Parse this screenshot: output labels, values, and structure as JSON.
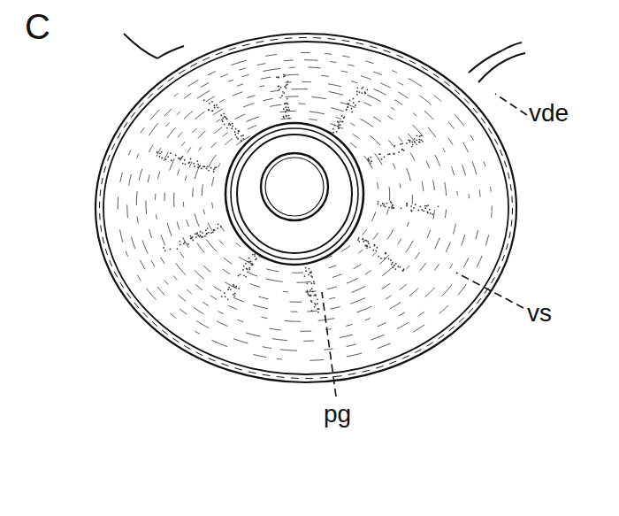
{
  "diagram": {
    "labels": [
      "C",
      "vde",
      "vs",
      "pg"
    ]
  }
}
